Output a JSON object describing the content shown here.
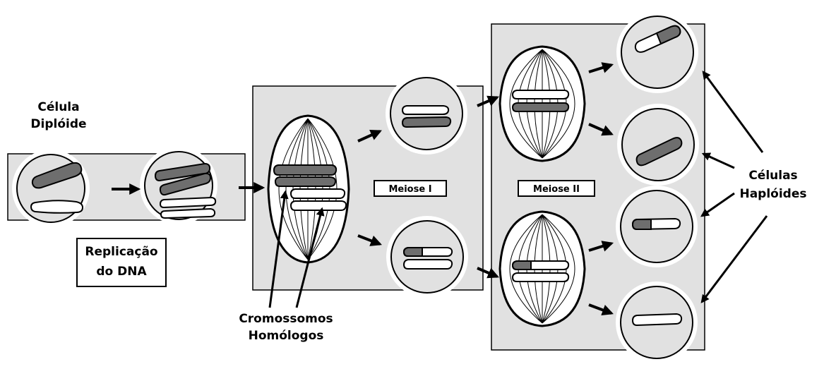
{
  "labels": {
    "diploid": [
      "Célula",
      "Diplóide"
    ],
    "replication": [
      "Replicação",
      "do DNA"
    ],
    "meiosis1": "Meiose I",
    "meiosis2": "Meiose II",
    "homologs": [
      "Cromossomos",
      "Homólogos"
    ],
    "haploid": [
      "Células",
      "Haplóides"
    ]
  },
  "colors": {
    "panel": "#e1e1e1",
    "dark_chromosome": "#6e6e6e",
    "light_chromosome": "#ffffff",
    "outline": "#000000"
  }
}
